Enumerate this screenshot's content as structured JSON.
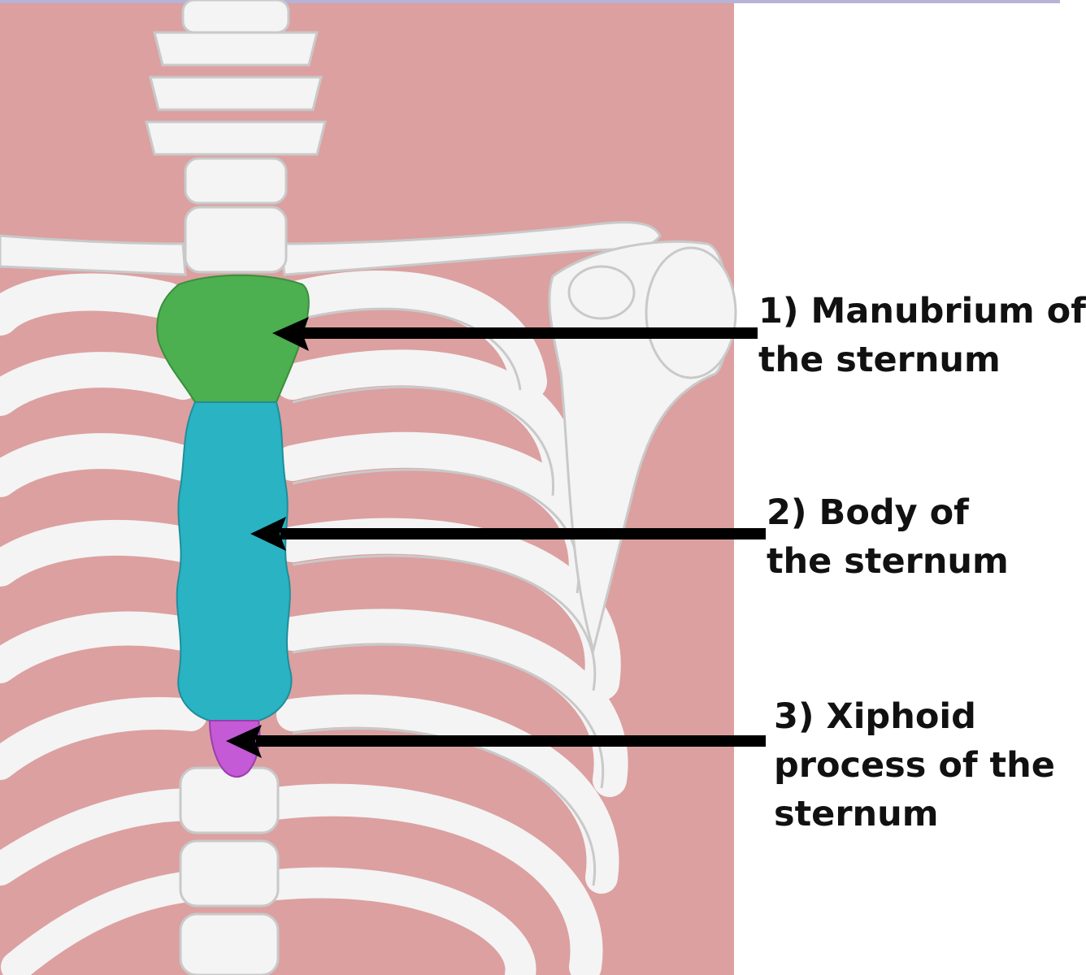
{
  "colors": {
    "background_panel": "#dca0a0",
    "page": "#ffffff",
    "bone": "#f4f4f4",
    "bone_shadow": "#c9c9c9",
    "manubrium": "#4caf50",
    "body": "#2ab3c2",
    "xiphoid": "#c45ad6",
    "arrow": "#000000"
  },
  "labels": [
    {
      "number": "1)",
      "lines": [
        "1) Manubrium of",
        "the sternum"
      ],
      "target": "manubrium"
    },
    {
      "number": "2)",
      "lines": [
        "2) Body of",
        "the sternum"
      ],
      "target": "body"
    },
    {
      "number": "3)",
      "lines": [
        "3) Xiphoid",
        "process of the",
        "sternum"
      ],
      "target": "xiphoid"
    }
  ]
}
